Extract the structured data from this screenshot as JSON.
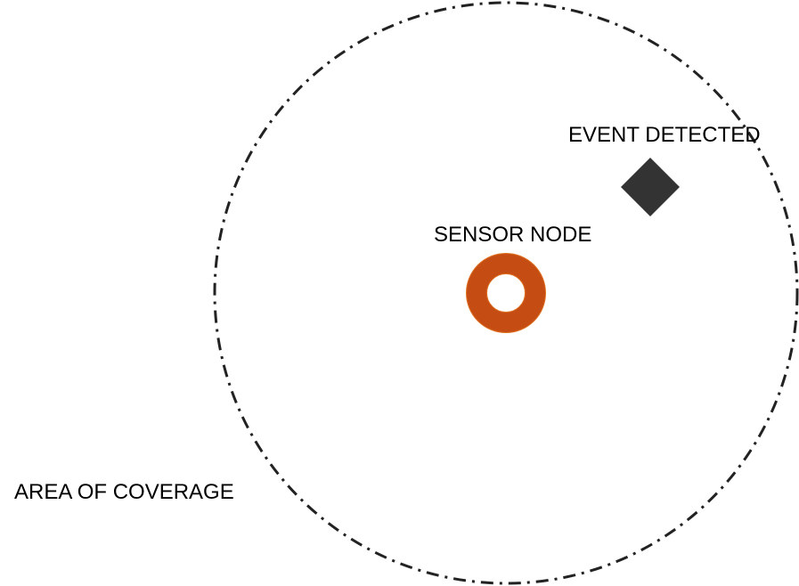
{
  "labels": {
    "event": "EVENT DETECTED",
    "sensor": "SENSOR NODE",
    "coverage": "AREA OF COVERAGE"
  },
  "colors": {
    "coverage_boundary": "#222222",
    "sensor_node_fill": "#c54d14",
    "sensor_node_stroke": "#e07020",
    "event_marker": "#333333",
    "text": "#000000"
  },
  "icons": {
    "sensor": "ring-icon",
    "event": "diamond-icon"
  }
}
